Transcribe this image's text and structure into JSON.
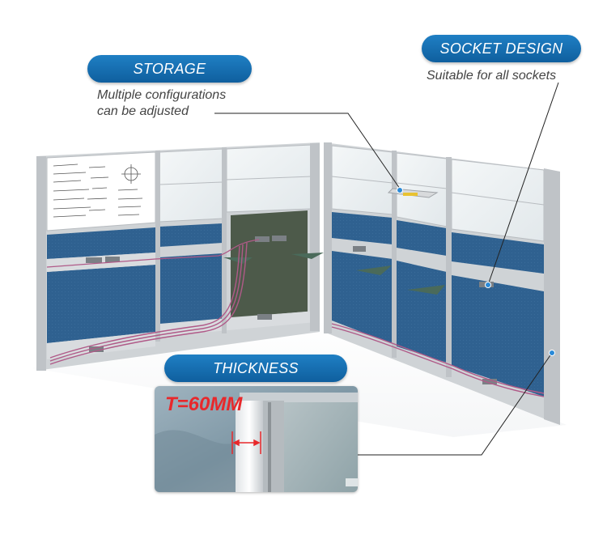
{
  "callouts": {
    "storage": {
      "title": "STORAGE",
      "caption_line1": "Multiple configurations",
      "caption_line2": "can be adjusted"
    },
    "socket": {
      "title": "SOCKET DESIGN",
      "caption": "Suitable for all sockets"
    },
    "thickness": {
      "title": "THICKNESS",
      "measure_label": "T=60MM"
    }
  },
  "colors": {
    "pill": "#1670b3",
    "panel_blue": "#2e5f8f",
    "frame": "#c9ccd0",
    "glass": "#e9eef1",
    "measure": "#e8282b"
  }
}
